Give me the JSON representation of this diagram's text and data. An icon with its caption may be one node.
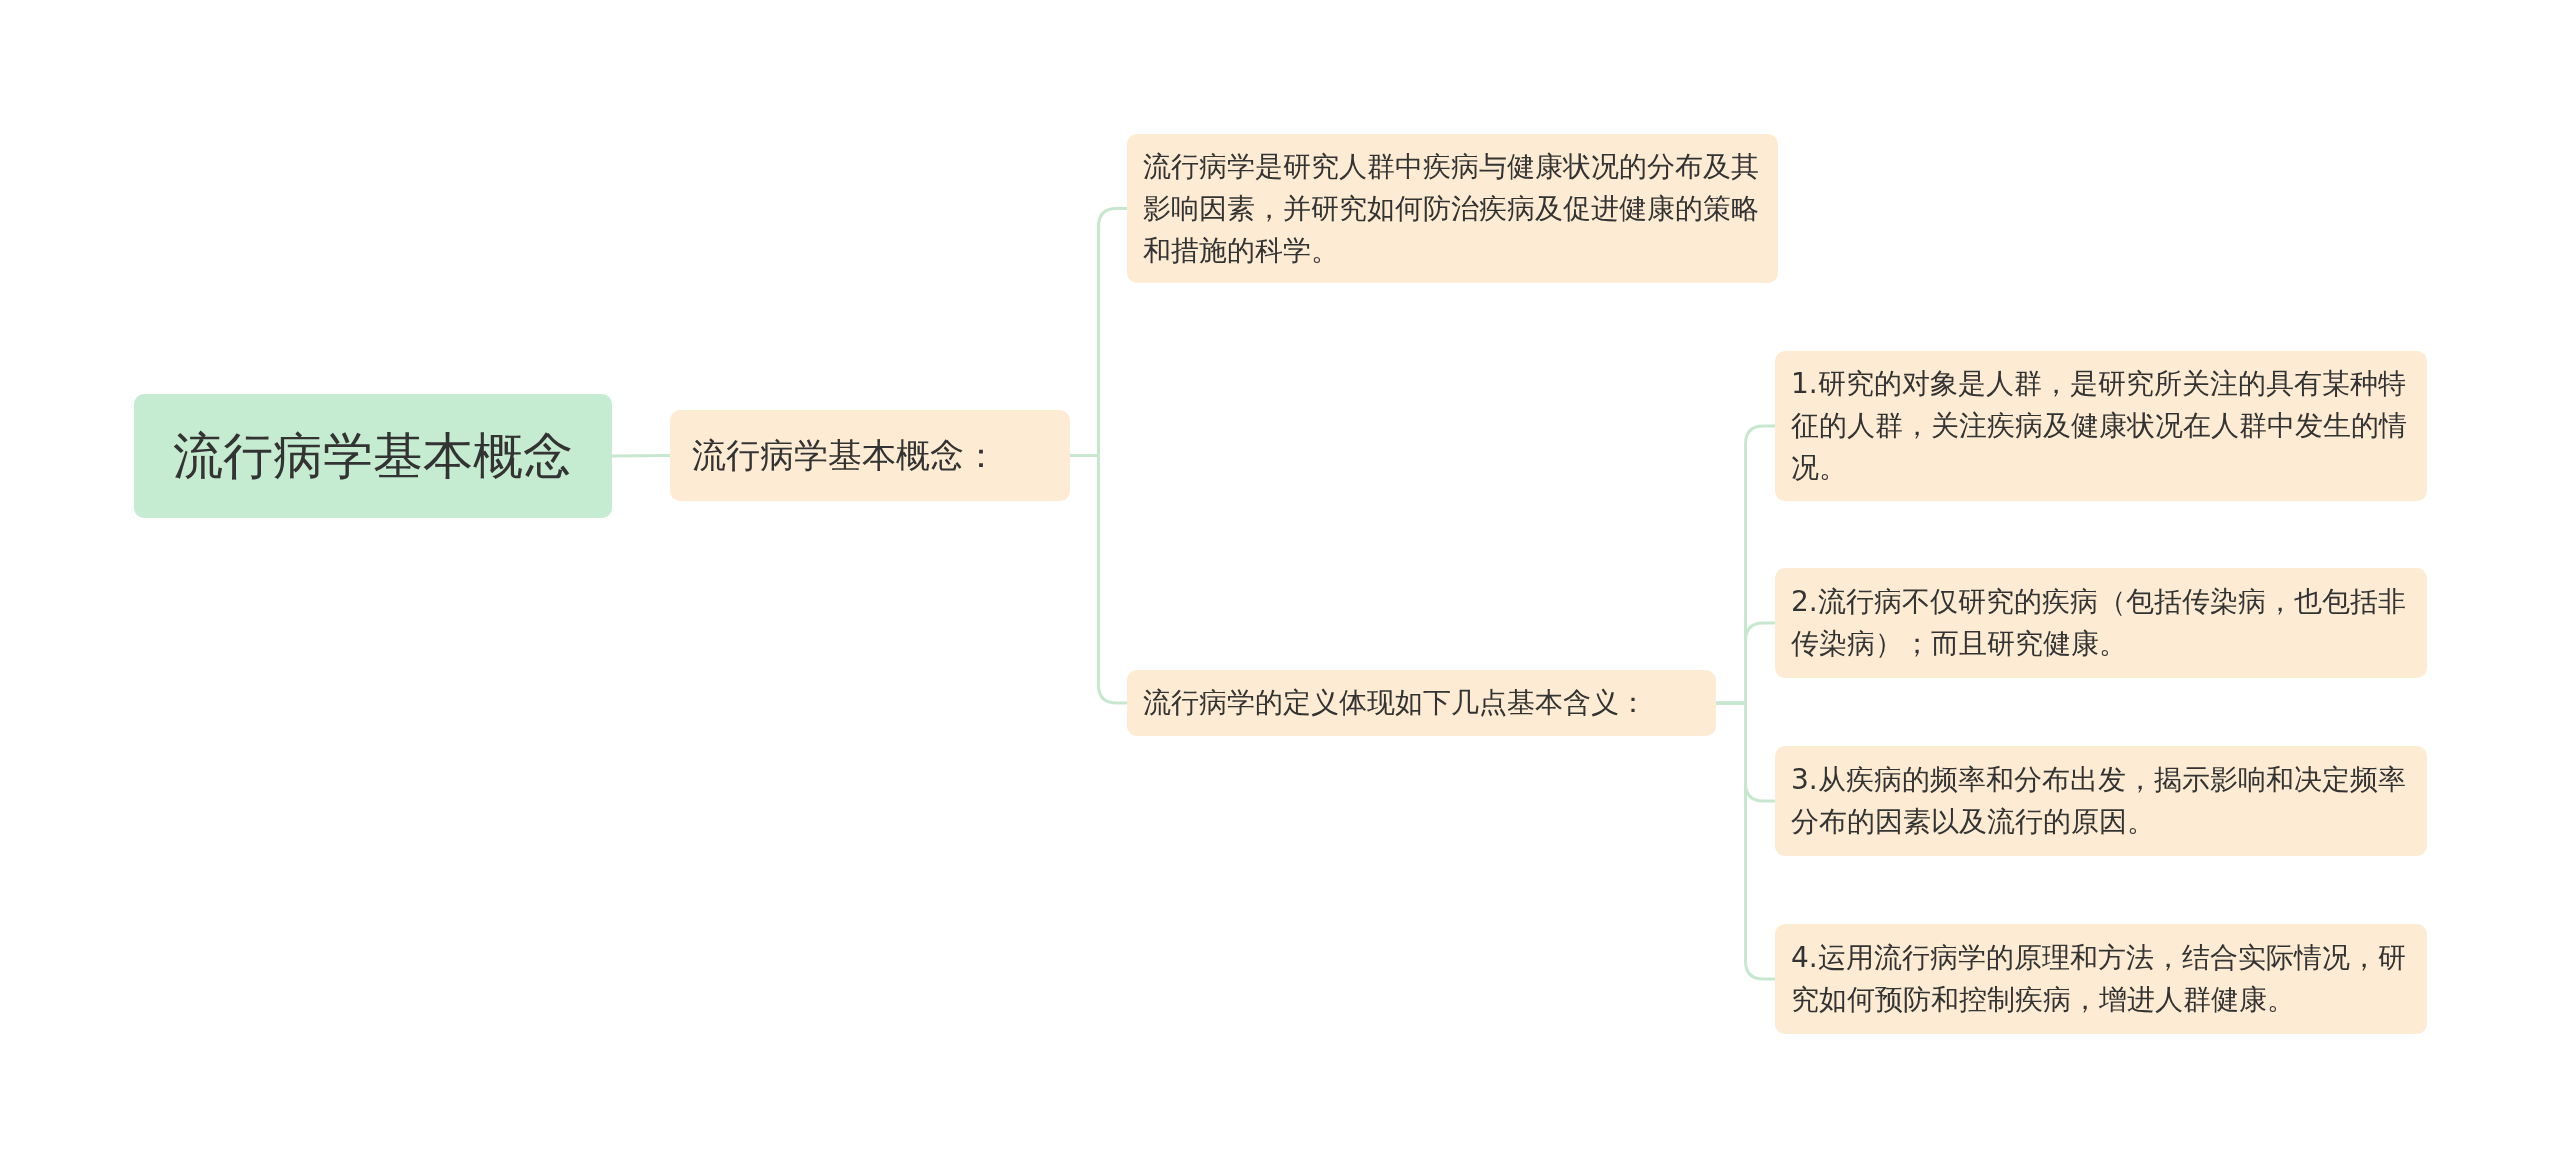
{
  "diagram": {
    "nodes": [
      {
        "text": [
          "流行病学基本概念"
        ]
      },
      {
        "text": [
          "流行病学基本概念："
        ]
      },
      {
        "text": [
          "流行病学是研究人群中疾病与健康状况的分布及其影响因素，并研究如何防治疾病及促进健康的策略和措施的科学。"
        ]
      },
      {
        "text": [
          "流行病学的定义体现如下几点基本含义："
        ]
      },
      {
        "text": [
          "1.研究的对象是人群，是研究所关注的具有某种特征的人群，关注疾病及健康状况在人群中发生的情况。"
        ]
      },
      {
        "text": [
          "2.流行病不仅研究的疾病（包括传染病，也包括非传染病）；而且研究健康。"
        ]
      },
      {
        "text": [
          "3.从疾病的频率和分布出发，揭示影响和决定频率分布的因素以及流行的原因。"
        ]
      },
      {
        "text": [
          "4.运用流行病学的原理和方法，结合实际情况，研究如何预防和控制疾病，增进人群健康。"
        ]
      }
    ],
    "edges": [
      {
        "from": 0,
        "to": 1,
        "arrow": "none"
      },
      {
        "from": 1,
        "to": 2,
        "arrow": "none"
      },
      {
        "from": 1,
        "to": 3,
        "arrow": "none"
      },
      {
        "from": 3,
        "to": 4,
        "arrow": "none"
      },
      {
        "from": 3,
        "to": 5,
        "arrow": "none"
      },
      {
        "from": 3,
        "to": 6,
        "arrow": "none"
      },
      {
        "from": 3,
        "to": 7,
        "arrow": "none"
      }
    ]
  }
}
